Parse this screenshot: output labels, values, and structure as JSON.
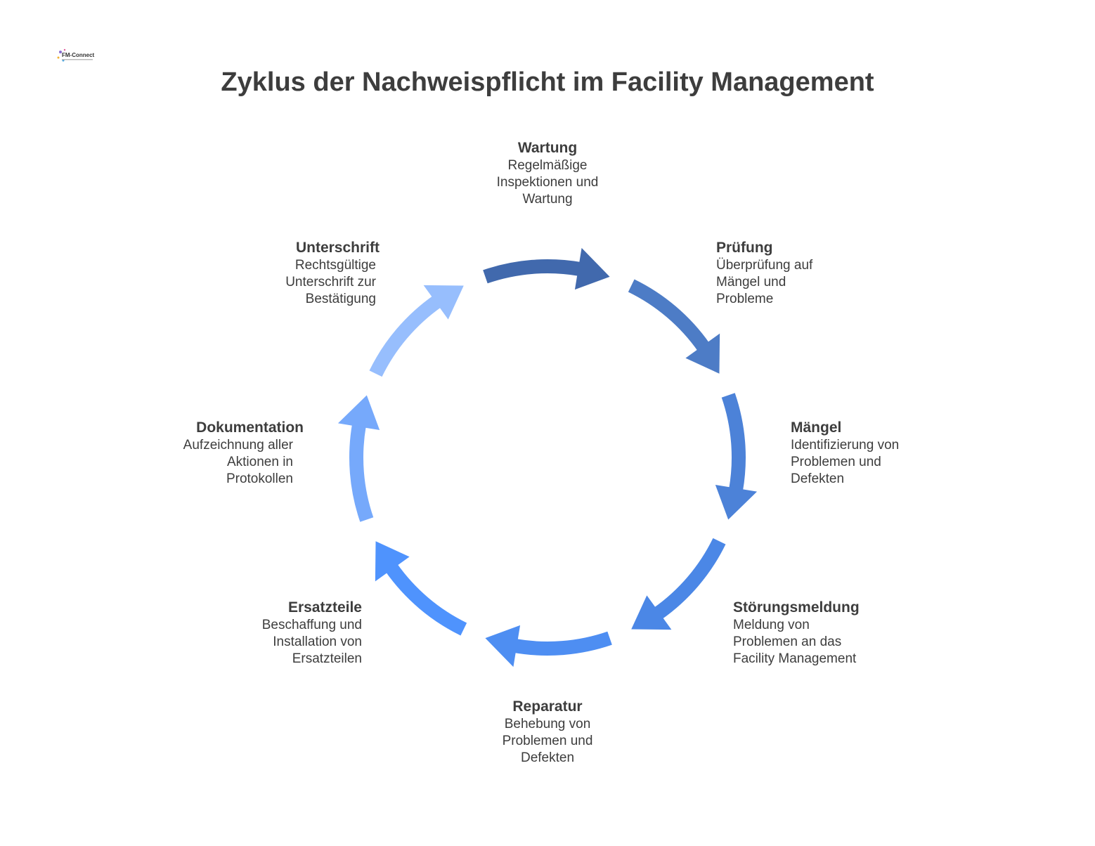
{
  "logo": {
    "text": "FM-Connect.com"
  },
  "title": "Zyklus der Nachweispflicht im Facility Management",
  "steps": [
    {
      "title": "Wartung",
      "desc": "Regelmäßige Inspektionen und Wartung",
      "color": "#4169ad"
    },
    {
      "title": "Prüfung",
      "desc": "Überprüfung auf Mängel und Probleme",
      "color": "#4d7cc6"
    },
    {
      "title": "Mängel",
      "desc": "Identifizierung von Problemen und Defekten",
      "color": "#4c82d8"
    },
    {
      "title": "Störungsmeldung",
      "desc": "Meldung von Problemen an das Facility Management",
      "color": "#4b87e6"
    },
    {
      "title": "Reparatur",
      "desc": "Behebung von Problemen und Defekten",
      "color": "#4e8ef2"
    },
    {
      "title": "Ersatzteile",
      "desc": "Beschaffung und Installation von Ersatzteilen",
      "color": "#4f93fd"
    },
    {
      "title": "Dokumentation",
      "desc": "Aufzeichnung aller Aktionen in Protokollen",
      "color": "#76a9fb"
    },
    {
      "title": "Unterschrift",
      "desc": "Rechtsgültige Unterschrift zur Bestätigung",
      "color": "#97befd"
    }
  ]
}
